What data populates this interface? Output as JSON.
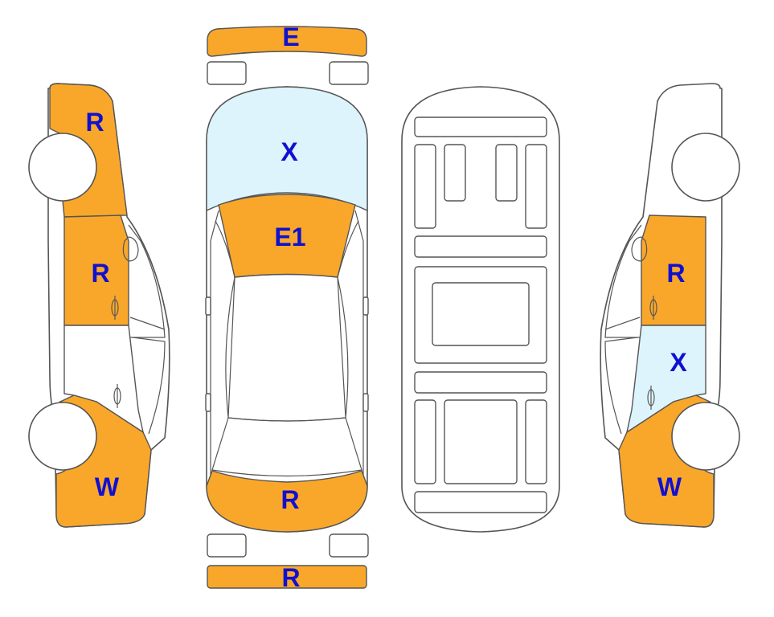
{
  "colors": {
    "damage": "#F9A72B",
    "glass_flag": "#DDF4FC",
    "label": "#1010D0",
    "outline": "#555555",
    "body": "#FFFFFF"
  },
  "views": {
    "left_side": {
      "labels": [
        "R",
        "R",
        "W"
      ],
      "panels": [
        {
          "label": "R",
          "status": "damage"
        },
        {
          "label": "R",
          "status": "damage"
        },
        {
          "label": "",
          "status": "none"
        },
        {
          "label": "W",
          "status": "damage"
        }
      ]
    },
    "top": {
      "labels": [
        "E",
        "X",
        "E1",
        "R",
        "R"
      ],
      "panels": [
        {
          "label": "E",
          "status": "damage"
        },
        {
          "label": "X",
          "status": "glass_flag"
        },
        {
          "label": "E1",
          "status": "damage"
        },
        {
          "label": "R",
          "status": "damage"
        },
        {
          "label": "R",
          "status": "damage"
        }
      ]
    },
    "underbody": {
      "labels": []
    },
    "right_side": {
      "labels": [
        "R",
        "X",
        "W"
      ],
      "panels": [
        {
          "label": "",
          "status": "none"
        },
        {
          "label": "R",
          "status": "damage"
        },
        {
          "label": "X",
          "status": "glass_flag"
        },
        {
          "label": "W",
          "status": "damage"
        }
      ]
    }
  }
}
